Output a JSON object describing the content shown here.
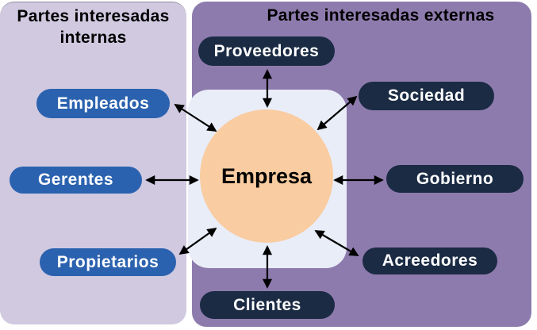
{
  "diagram": {
    "center": {
      "label": "Empresa"
    },
    "internal": {
      "title": "Partes interesadas internas",
      "items": [
        {
          "label": "Empleados"
        },
        {
          "label": "Gerentes"
        },
        {
          "label": "Propietarios"
        }
      ]
    },
    "external": {
      "title": "Partes interesadas externas",
      "items": [
        {
          "label": "Proveedores"
        },
        {
          "label": "Sociedad"
        },
        {
          "label": "Gobierno"
        },
        {
          "label": "Acreedores"
        },
        {
          "label": "Clientes"
        }
      ]
    },
    "colors": {
      "internal_panel": "#d0c9e0",
      "external_panel": "#8e7bad",
      "internal_pill": "#2b62af",
      "external_pill": "#1b2b44",
      "center_box": "#e9edf8",
      "center_circle": "#f9cca1",
      "arrow": "#000000"
    }
  }
}
